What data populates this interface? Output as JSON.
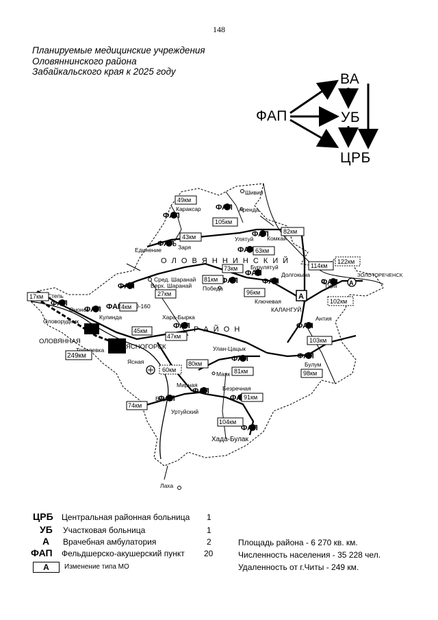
{
  "page_number": "148",
  "title": {
    "line1": "Планируемые медицинские учреждения",
    "line2": "Оловяннинского района",
    "line3": "Забайкальского края к 2025 году"
  },
  "hierarchy": {
    "fap": "ФАП",
    "va": "ВА",
    "ub": "УБ",
    "crb": "ЦРБ"
  },
  "region_label": {
    "line1": "О Л О В Я Н Н И Н С К И Й",
    "line2": "Р А Й О Н"
  },
  "places": {
    "shivia": "Шивия",
    "arenda": "Аренда",
    "karaksar": "Караксар",
    "komkai": "Комкай",
    "ulyatuy": "Улятуй",
    "edinenie": "Единение",
    "zarya": "Заря",
    "pobeda": "Победа",
    "burulyatuy": "Бурулятуй",
    "dolgokycha": "Долгокыча",
    "tura": "Тура",
    "zolotorechensk": "ЗОЛОТОРЕЧЕНСК",
    "sred_sharanay": "Сред. Шаранай",
    "verkh_sharanay": "Верх. Шаранай",
    "klyuchevaya": "Ключевая",
    "kalangui": "КАЛАНГУЙ",
    "antia": "Антия",
    "step": "Степь",
    "onohoy": "Ононск",
    "kulinda": "Кулинда",
    "olovorudnik": "Оловорудник",
    "olovyannaya": "ОЛОВЯННАЯ",
    "yasnogorsk": "ЯСНОГОРСК",
    "tokolevka": "Тополевка",
    "yasnaya": "Ясная",
    "khara_byrka": "Хара-Бырка",
    "ulan_tsatsyk": "Улан-Цацык",
    "bulum": "Булум",
    "mayak": "Маяк",
    "mirnaya": "Мирная",
    "bezrechnaya": "Безречная",
    "byrka": "Бырка",
    "urtuysky": "Уртуйский",
    "khada_bulak": "Хада-Булак",
    "lakha": "Лаха"
  },
  "distances": {
    "d49": "49км",
    "d105": "105км",
    "d82": "82км",
    "d43": "43км",
    "d63": "63км",
    "d114": "114км",
    "d122": "122км",
    "d73": "73км",
    "d81a": "81км",
    "d96": "96км",
    "d102": "102км",
    "d27": "27км",
    "d4": "4км",
    "d17": "17км",
    "d45": "45км",
    "d47": "47км",
    "d103": "103км",
    "d249": "249км",
    "d80": "80км",
    "d60": "60км",
    "d81b": "81км",
    "d98": "98км",
    "d91": "91км",
    "d74": "74км",
    "d104": "104км"
  },
  "misc": {
    "road_num": "0-160"
  },
  "legend": [
    {
      "abbr": "ЦРБ",
      "text": "Центральная районная больница",
      "count": "1"
    },
    {
      "abbr": "УБ",
      "text": "Участковая больница",
      "count": "1"
    },
    {
      "abbr": "А",
      "text": "Врачебная амбулатория",
      "count": "2"
    },
    {
      "abbr": "ФАП",
      "text": "Фельдшерско-акушерский пункт",
      "count": "20"
    }
  ],
  "legend_change": {
    "box": "А",
    "text": "Изменение типа МО"
  },
  "stats": {
    "area": "Площадь района - 6 270 кв. км.",
    "population": "Численность населения - 35 228 чел.",
    "distance": "Удаленность от г.Читы - 249 км."
  },
  "marker_label": "ФАП"
}
